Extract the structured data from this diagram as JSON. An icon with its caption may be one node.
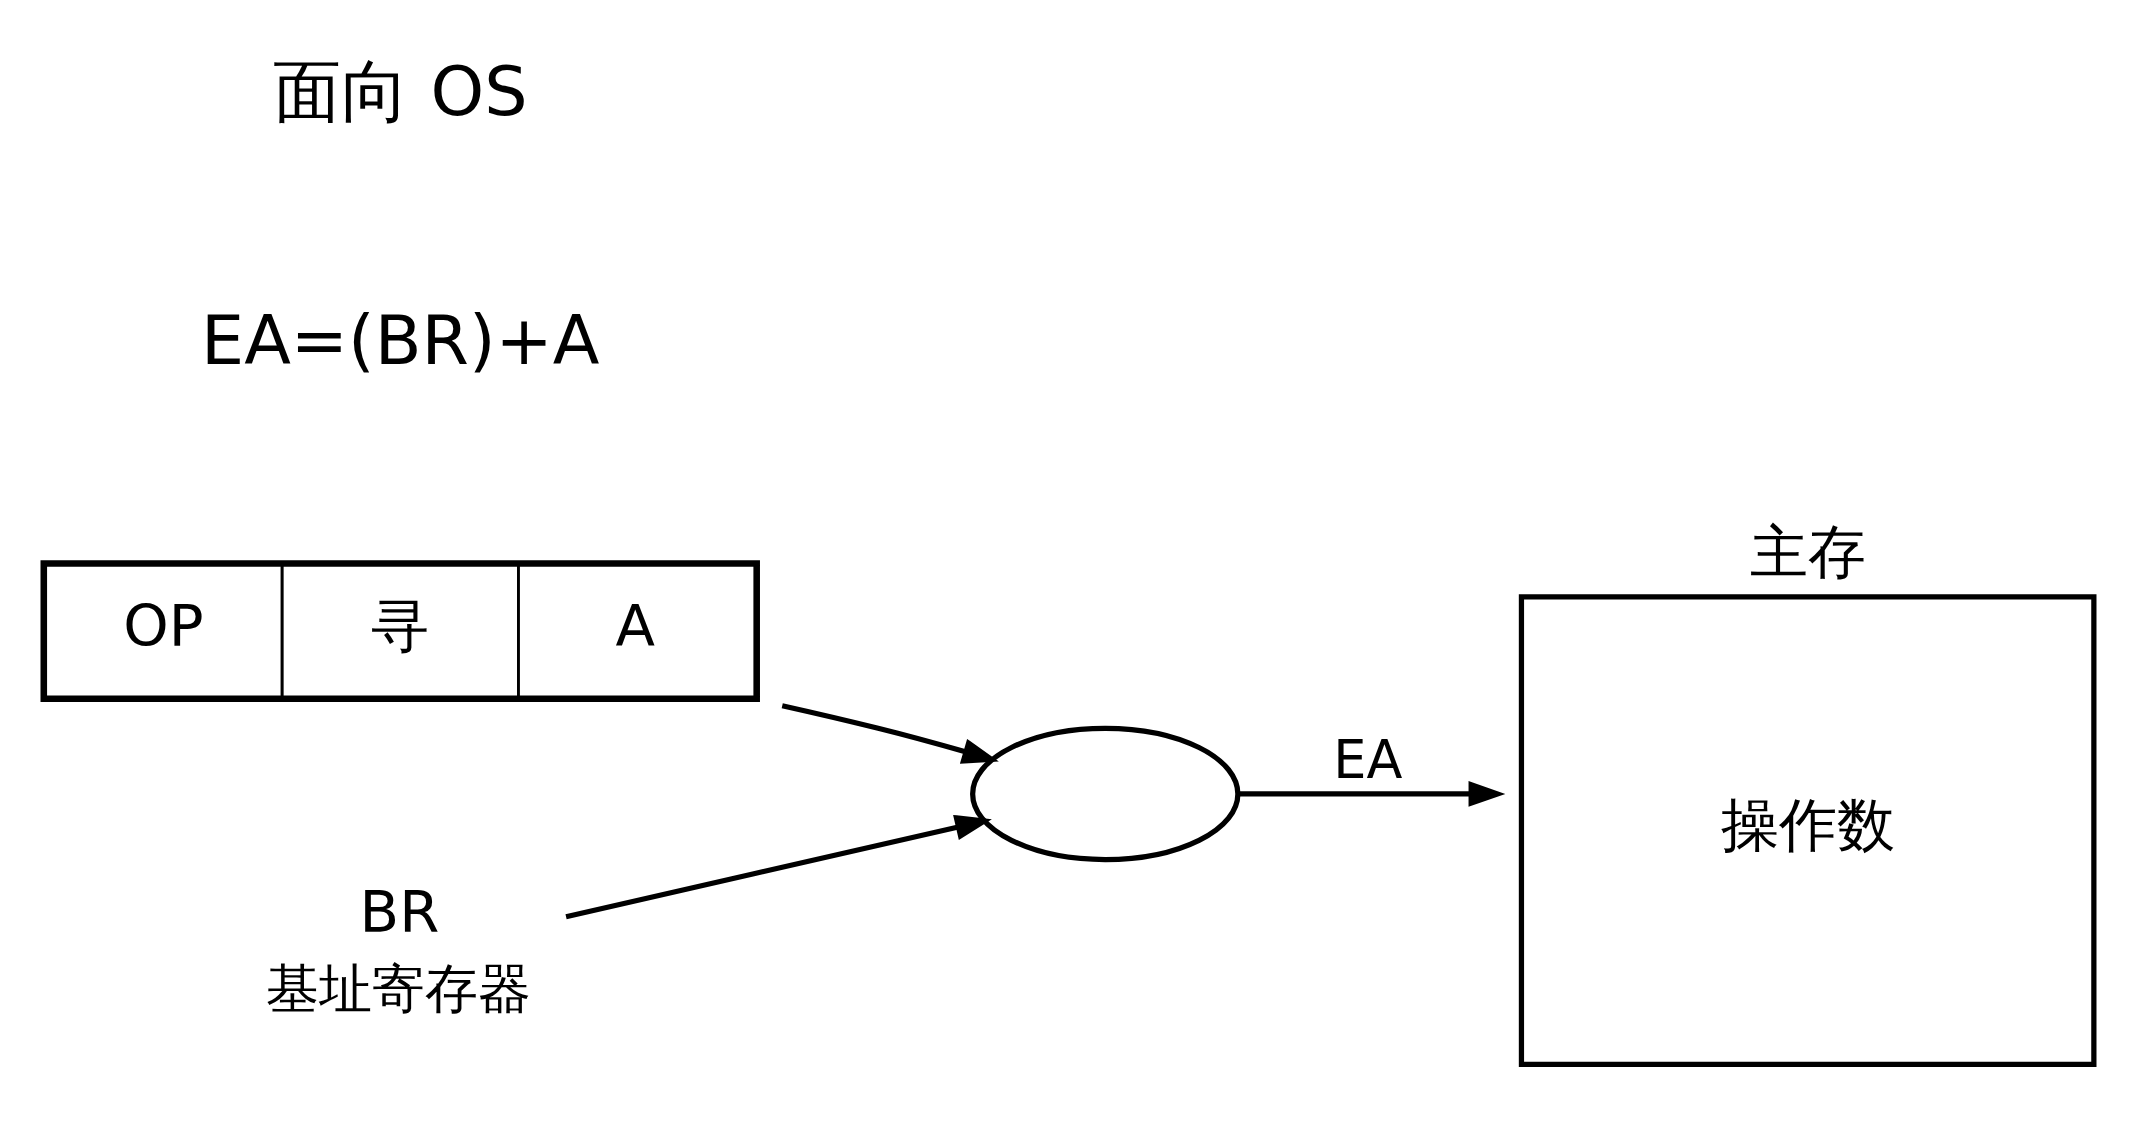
{
  "diagram": {
    "nodes": [
      {
        "text": [
          "OP",
          "寻",
          "A"
        ]
      },
      {
        "text": [
          "BR"
        ],
        "beside": [
          "基址寄存器"
        ]
      },
      {
        "text": [],
        "shape": "ellipse"
      },
      {
        "text": [
          "主存",
          "操作数"
        ]
      }
    ],
    "edges": [
      {
        "from": 0,
        "to": 2,
        "arrow": "to"
      },
      {
        "from": 1,
        "to": 2,
        "arrow": "to"
      },
      {
        "from": 2,
        "to": 3,
        "arrow": "to",
        "label": "EA"
      }
    ],
    "labels": [
      "EA=(BR)+A",
      "面向 OS"
    ]
  }
}
